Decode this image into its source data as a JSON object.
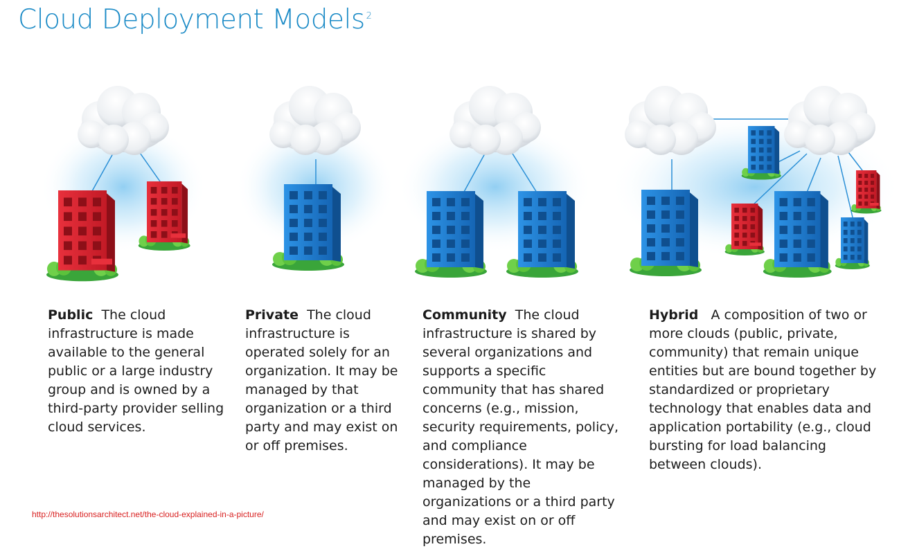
{
  "title": "Cloud Deployment Models",
  "title_superscript": "2",
  "models": [
    {
      "name": "Public",
      "description": "The cloud infrastructure is made available to the general public or a large industry group and is owned by a third-party provider selling cloud services."
    },
    {
      "name": "Private",
      "description": "The cloud infrastructure is operated solely for an organization. It may be managed by that organization or a third party and may exist on or off premises."
    },
    {
      "name": "Community",
      "description": "The cloud infrastructure is shared by several organizations and supports a specific community that has shared concerns (e.g., mission, security requirements, policy, and compliance considerations). It may be managed by the organizations or a third party and may exist on or off premises."
    },
    {
      "name": "Hybrid",
      "description": "A composition of two or more clouds (public, private, community) that remain unique entities but are bound together by standardized or proprietary technology that enables data and application portability (e.g., cloud bursting for load balancing between clouds)."
    }
  ],
  "source_url": "http://thesolutionsarchitect.net/the-cloud-explained-in-a-picture/",
  "colors": {
    "title": "#1a8ac6",
    "public_building": "#d3222e",
    "private_building": "#1f7fd0",
    "connector": "#2a8fd6",
    "grass": "#5cc23c",
    "source_link": "#d81f1f"
  },
  "icons": [
    "cloud-icon",
    "building-icon",
    "grass-icon"
  ]
}
